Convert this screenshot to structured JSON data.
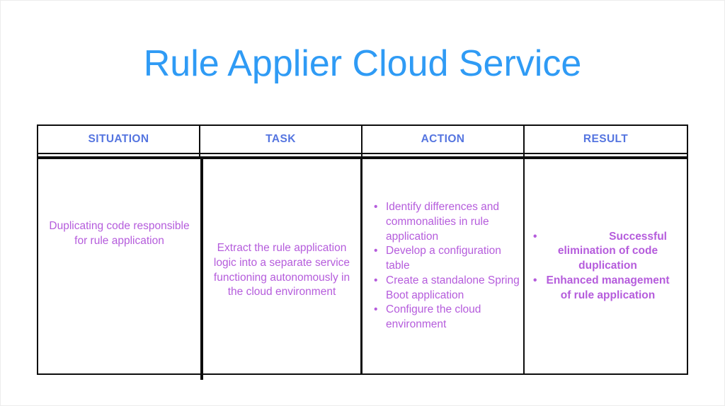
{
  "slide": {
    "title": "Rule Applier Cloud Service",
    "colors": {
      "title": "#2F9BF5",
      "header_text": "#5575E0",
      "body_text": "#B55CDC",
      "border": "#0d0d0d"
    }
  },
  "table": {
    "bullet_char": "•",
    "headers": [
      "SITUATION",
      "TASK",
      "ACTION",
      "RESULT"
    ],
    "cells": {
      "situation": {
        "text": "Duplicating code responsible\nfor rule application"
      },
      "task": {
        "text": "Extract the rule application\nlogic into a separate service\nfunctioning autonomously in\nthe cloud environment"
      },
      "action": {
        "items": [
          {
            "text": "Identify differences and\ncommonalities in rule\napplication"
          },
          {
            "text": "Develop a configuration\ntable"
          },
          {
            "text": "Create a standalone Spring\nBoot application"
          },
          {
            "text": "Configure the cloud\nenvironment"
          }
        ]
      },
      "result": {
        "items": [
          {
            "lines": [
              "Successful",
              "elimination of code",
              "duplication"
            ]
          },
          {
            "lines": [
              "Enhanced management",
              "of rule application"
            ]
          }
        ]
      }
    }
  }
}
